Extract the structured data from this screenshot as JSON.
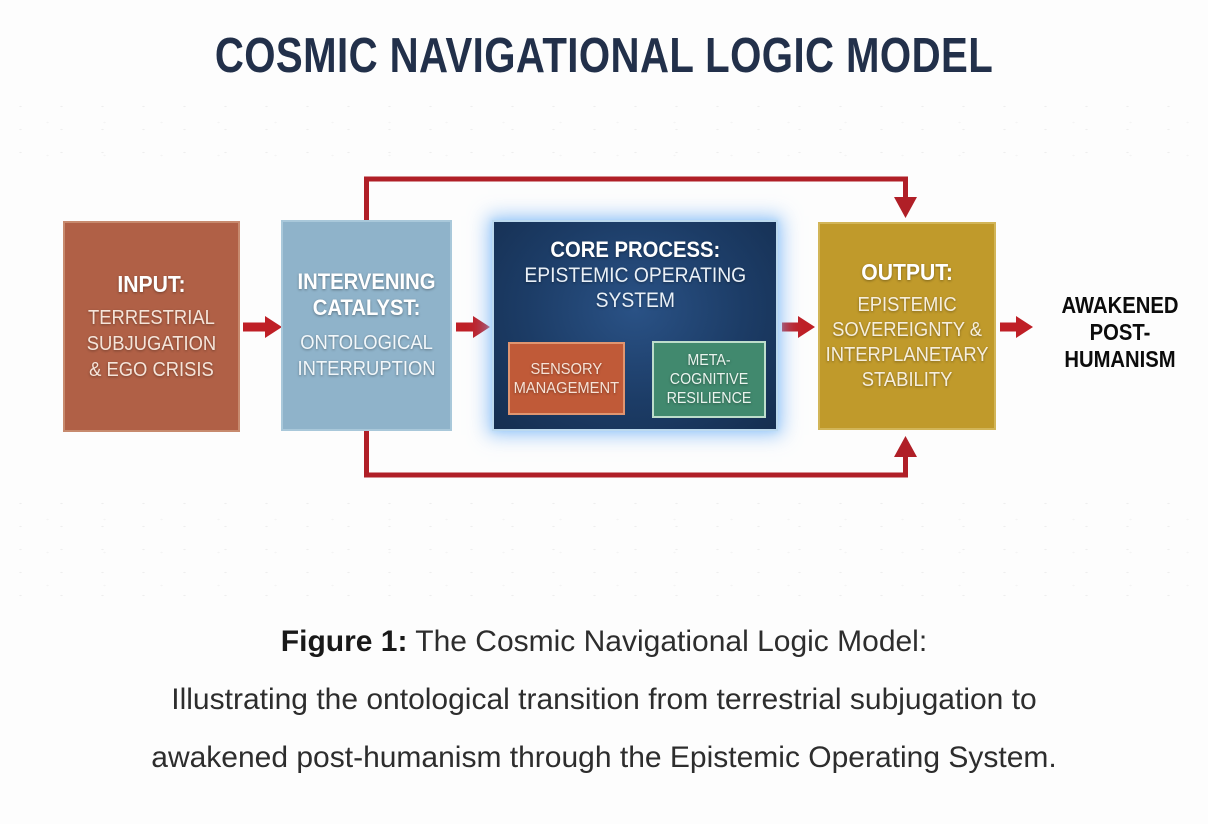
{
  "title": "COSMIC NAVIGATIONAL LOGIC MODEL",
  "colors": {
    "title_text": "#22304a",
    "arrow_red": "#bf1f26",
    "feedback_red": "#b01f27",
    "connector_salmon": "#d2573c",
    "input_box_bg": "#b06046",
    "catalyst_box_bg": "#8fb3ca",
    "core_box_bg": "#1c3c66",
    "core_box_glow": "#bcd9ee",
    "sensory_box_bg": "#c05a38",
    "meta_box_bg": "#41896e",
    "output_box_bg": "#c09a2b",
    "result_text": "#0c0c0c",
    "caption_text": "#2d2d2d"
  },
  "diagram": {
    "input_box": {
      "heading": "INPUT:",
      "lines": [
        "TERRESTRIAL",
        "SUBJUGATION",
        "& EGO CRISIS"
      ]
    },
    "catalyst_box": {
      "heading_lines": [
        "INTERVENING",
        "CATALYST:"
      ],
      "lines": [
        "ONTOLOGICAL",
        "INTERRUPTION"
      ]
    },
    "core_box": {
      "heading": "CORE PROCESS:",
      "lines": [
        "EPISTEMIC OPERATING",
        "SYSTEM"
      ],
      "sensory_box": {
        "lines": [
          "SENSORY",
          "MANAGEMENT"
        ]
      },
      "meta_box": {
        "lines": [
          "META-",
          "COGNITIVE",
          "RESILIENCE"
        ]
      }
    },
    "output_box": {
      "heading": "OUTPUT:",
      "lines": [
        "EPISTEMIC",
        "SOVEREIGNTY &",
        "INTERPLANETARY",
        "STABILITY"
      ]
    },
    "result_label": {
      "lines": [
        "AWAKENED",
        "POST-",
        "HUMANISM"
      ]
    }
  },
  "caption": {
    "figure_label": "Figure 1:",
    "line1_rest": " The Cosmic Navigational Logic Model:",
    "line2": "Illustrating the ontological transition from terrestrial subjugation to",
    "line3": "awakened post-humanism through the Epistemic Operating System."
  }
}
